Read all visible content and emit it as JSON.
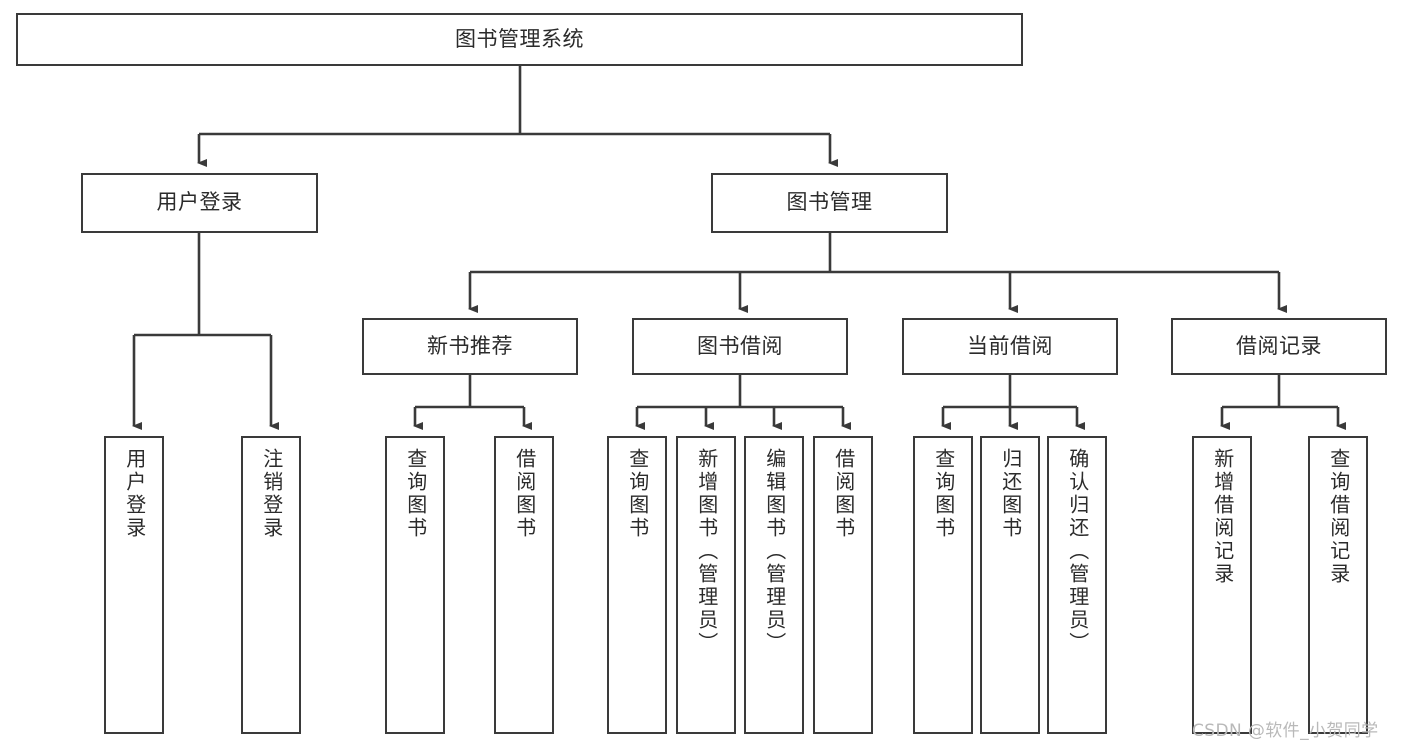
{
  "diagram": {
    "type": "tree-hierarchy-diagram",
    "title": "图书管理系统",
    "root": {
      "id": "root",
      "label": "图书管理系统",
      "level": 1,
      "orientation": "horizontal"
    },
    "level2": [
      {
        "id": "user-login",
        "label": "用户登录",
        "level": 2,
        "orientation": "horizontal"
      },
      {
        "id": "book-management",
        "label": "图书管理",
        "level": 2,
        "orientation": "horizontal"
      }
    ],
    "level3": [
      {
        "id": "new-book-recommend",
        "label": "新书推荐",
        "level": 3,
        "orientation": "horizontal",
        "parent": "book-management"
      },
      {
        "id": "book-borrow",
        "label": "图书借阅",
        "level": 3,
        "orientation": "horizontal",
        "parent": "book-management"
      },
      {
        "id": "current-borrow",
        "label": "当前借阅",
        "level": 3,
        "orientation": "horizontal",
        "parent": "book-management"
      },
      {
        "id": "borrow-record",
        "label": "借阅记录",
        "level": 3,
        "orientation": "horizontal",
        "parent": "borrow-record-parent"
      }
    ],
    "leaves": [
      {
        "id": "leaf-user-login",
        "label": "用户登录",
        "parent": "user-login",
        "orientation": "vertical"
      },
      {
        "id": "leaf-user-logout",
        "label": "注销登录",
        "parent": "user-login",
        "orientation": "vertical"
      },
      {
        "id": "leaf-query-book-1",
        "label": "查询图书",
        "parent": "new-book-recommend",
        "orientation": "vertical"
      },
      {
        "id": "leaf-borrow-book-1",
        "label": "借阅图书",
        "parent": "new-book-recommend",
        "orientation": "vertical"
      },
      {
        "id": "leaf-query-book-2",
        "label": "查询图书",
        "parent": "book-borrow",
        "orientation": "vertical"
      },
      {
        "id": "leaf-add-book",
        "label": "新增图书（管理员）",
        "parent": "book-borrow",
        "orientation": "vertical"
      },
      {
        "id": "leaf-edit-book",
        "label": "编辑图书（管理员）",
        "parent": "book-borrow",
        "orientation": "vertical"
      },
      {
        "id": "leaf-borrow-book-2",
        "label": "借阅图书",
        "parent": "book-borrow",
        "orientation": "vertical"
      },
      {
        "id": "leaf-query-book-3",
        "label": "查询图书",
        "parent": "current-borrow",
        "orientation": "vertical"
      },
      {
        "id": "leaf-return-book",
        "label": "归还图书",
        "parent": "current-borrow",
        "orientation": "vertical"
      },
      {
        "id": "leaf-confirm-return",
        "label": "确认归还（管理员）",
        "parent": "current-borrow",
        "orientation": "vertical"
      },
      {
        "id": "leaf-add-record",
        "label": "新增借阅记录",
        "parent": "borrow-record",
        "orientation": "vertical"
      },
      {
        "id": "leaf-query-record",
        "label": "查询借阅记录",
        "parent": "borrow-record",
        "orientation": "vertical"
      }
    ]
  },
  "watermark": {
    "text": "CSDN @软件_小贺同学"
  },
  "colors": {
    "box_border": "#3a3a3a",
    "box_fill": "#ffffff",
    "text": "#2b2b2b",
    "line": "#3a3a3a",
    "watermark": "#b9b9b9",
    "background": "#ffffff"
  }
}
